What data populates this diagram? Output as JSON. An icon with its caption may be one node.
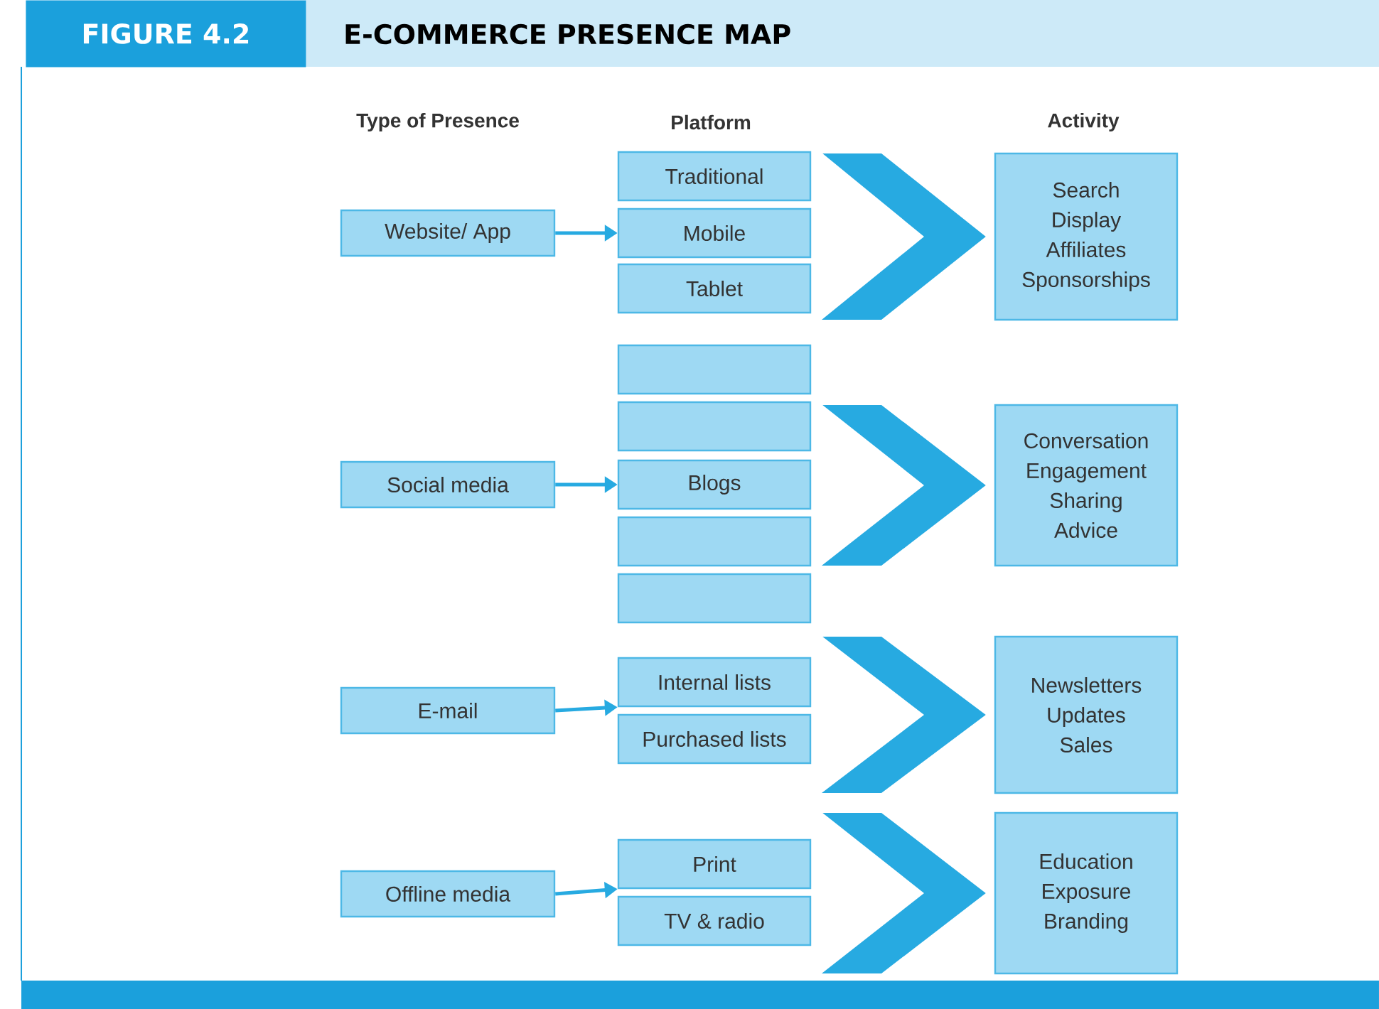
{
  "diagram": {
    "title": "E-COMMERCE PRESENCE MAP",
    "nodes": [
      {
        "text": [
          "Website/ App"
        ]
      },
      {
        "text": [
          "Traditional"
        ]
      },
      {
        "text": [
          "Mobile"
        ]
      },
      {
        "text": [
          "Tablet"
        ]
      },
      {
        "text": [
          "Search",
          "Display",
          "Affiliates",
          "Sponsorships"
        ]
      },
      {
        "text": [
          "Social media"
        ]
      },
      {
        "text": [],
        "shape": "box"
      },
      {
        "text": [],
        "shape": "box"
      },
      {
        "text": [
          "Blogs"
        ]
      },
      {
        "text": [],
        "shape": "box"
      },
      {
        "text": [],
        "shape": "box"
      },
      {
        "text": [
          "Conversation",
          "Engagement",
          "Sharing",
          "Advice"
        ]
      },
      {
        "text": [
          "E-mail"
        ]
      },
      {
        "text": [
          "Internal lists"
        ]
      },
      {
        "text": [
          "Purchased lists"
        ]
      },
      {
        "text": [
          "Newsletters",
          "Updates",
          "Sales"
        ]
      },
      {
        "text": [
          "Offline media"
        ]
      },
      {
        "text": [
          "Print"
        ]
      },
      {
        "text": [
          "TV & radio"
        ]
      },
      {
        "text": [
          "Education",
          "Exposure",
          "Branding"
        ]
      }
    ],
    "edges": [
      {
        "from": 0,
        "to": 2,
        "arrow": "to"
      },
      {
        "from": 2,
        "to": 4,
        "arrow": "to",
        "style": "thick"
      },
      {
        "from": 5,
        "to": 8,
        "arrow": "to"
      },
      {
        "from": 8,
        "to": 11,
        "arrow": "to",
        "style": "thick"
      },
      {
        "from": 12,
        "to": 13,
        "arrow": "to"
      },
      {
        "from": 13,
        "to": 15,
        "arrow": "to",
        "style": "thick"
      },
      {
        "from": 16,
        "to": 17,
        "arrow": "to"
      },
      {
        "from": 17,
        "to": 19,
        "arrow": "to",
        "style": "thick"
      }
    ],
    "labels": [
      "FIGURE 4.2",
      "Type of Presence",
      "Platform",
      "Activity"
    ]
  }
}
